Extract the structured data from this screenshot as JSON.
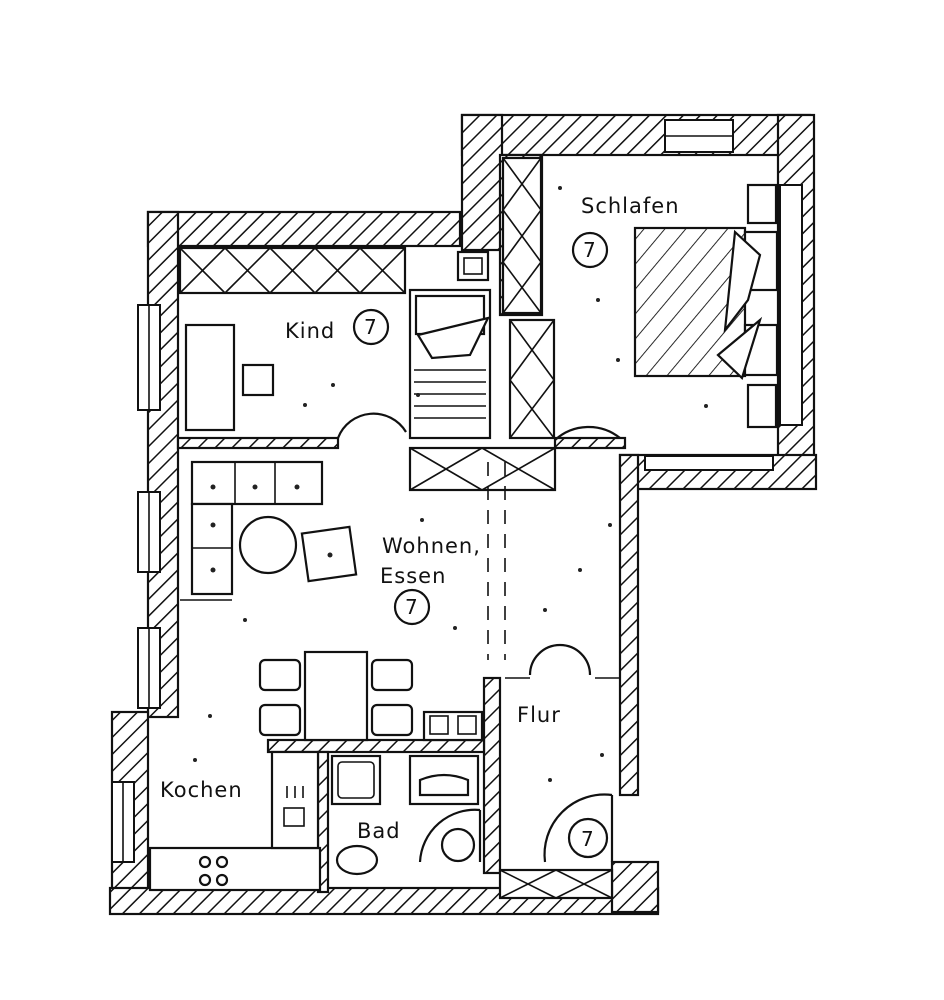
{
  "rooms": {
    "schlafen": {
      "label": "Schlafen",
      "badge": "7"
    },
    "kind": {
      "label": "Kind",
      "badge": "7"
    },
    "wohnen": {
      "label_line1": "Wohnen,",
      "label_line2": "Essen",
      "badge": "7"
    },
    "flur": {
      "label": "Flur",
      "badge": "7"
    },
    "kochen": {
      "label": "Kochen"
    },
    "bad": {
      "label": "Bad"
    }
  },
  "colors": {
    "ink": "#111111",
    "paper": "#ffffff"
  }
}
